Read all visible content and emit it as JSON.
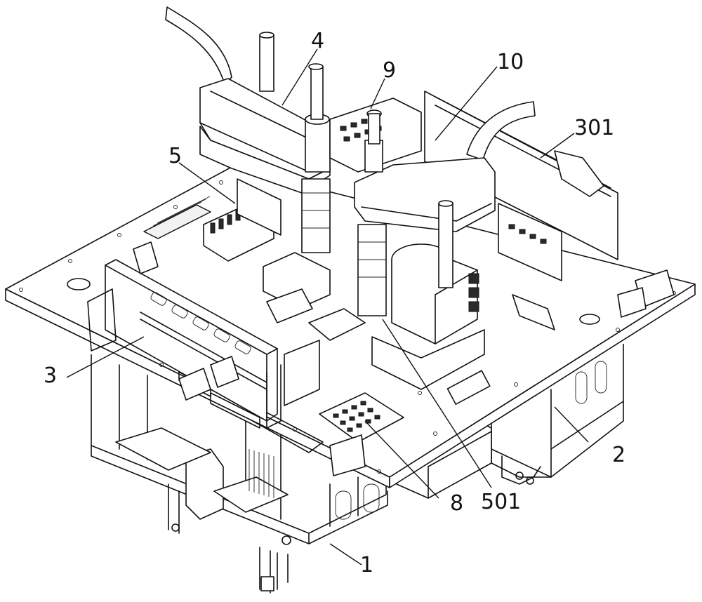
{
  "callouts": [
    {
      "key": "c1",
      "text": "1"
    },
    {
      "key": "c2",
      "text": "2"
    },
    {
      "key": "c3",
      "text": "3"
    },
    {
      "key": "c4",
      "text": "4"
    },
    {
      "key": "c5",
      "text": "5"
    },
    {
      "key": "c8",
      "text": "8"
    },
    {
      "key": "c9",
      "text": "9"
    },
    {
      "key": "c10",
      "text": "10"
    },
    {
      "key": "c301",
      "text": "301"
    },
    {
      "key": "c501",
      "text": "501"
    }
  ],
  "colors": {
    "line": "#111111",
    "background": "#ffffff"
  }
}
